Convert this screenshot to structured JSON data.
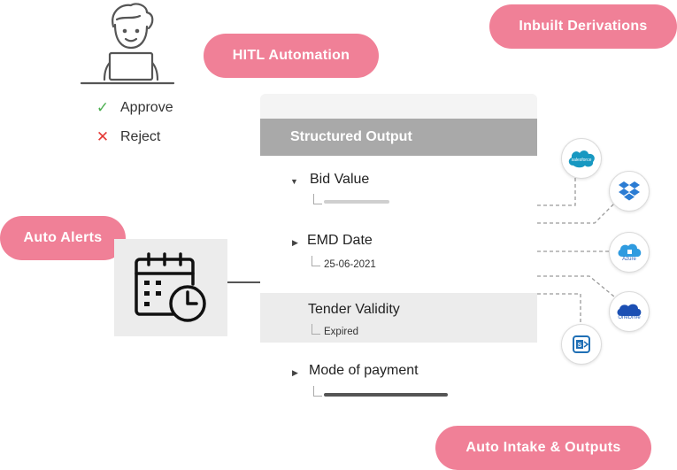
{
  "badges": {
    "hitl": "HITL Automation",
    "inbuilt": "Inbuilt Derivations",
    "alerts": "Auto Alerts",
    "intake": "Auto Intake & Outputs"
  },
  "review": {
    "approve_label": "Approve",
    "reject_label": "Reject",
    "approve_icon": "check-icon",
    "reject_icon": "cross-icon"
  },
  "panel": {
    "title": "Structured Output",
    "fields": [
      {
        "label": "Bid Value",
        "value": "",
        "expanded": true
      },
      {
        "label": "EMD Date",
        "value": "25-06-2021",
        "expanded": false
      },
      {
        "label": "Tender Validity",
        "value": "Expired",
        "highlighted": true
      },
      {
        "label": "Mode of payment",
        "value": "",
        "expanded": false
      }
    ]
  },
  "integrations": [
    {
      "name": "salesforce",
      "icon": "salesforce-icon",
      "caption": "salesforce"
    },
    {
      "name": "dropbox",
      "icon": "dropbox-icon"
    },
    {
      "name": "azure",
      "icon": "azure-icon",
      "caption": "Azure"
    },
    {
      "name": "onedrive",
      "icon": "onedrive-icon",
      "caption": "OneDrive"
    },
    {
      "name": "sharepoint",
      "icon": "sharepoint-icon"
    }
  ],
  "colors": {
    "accent": "#f08097",
    "header": "#a9a9a9",
    "approve": "#4caf50",
    "reject": "#e53935",
    "brand_blue": "#2b7cd3"
  }
}
